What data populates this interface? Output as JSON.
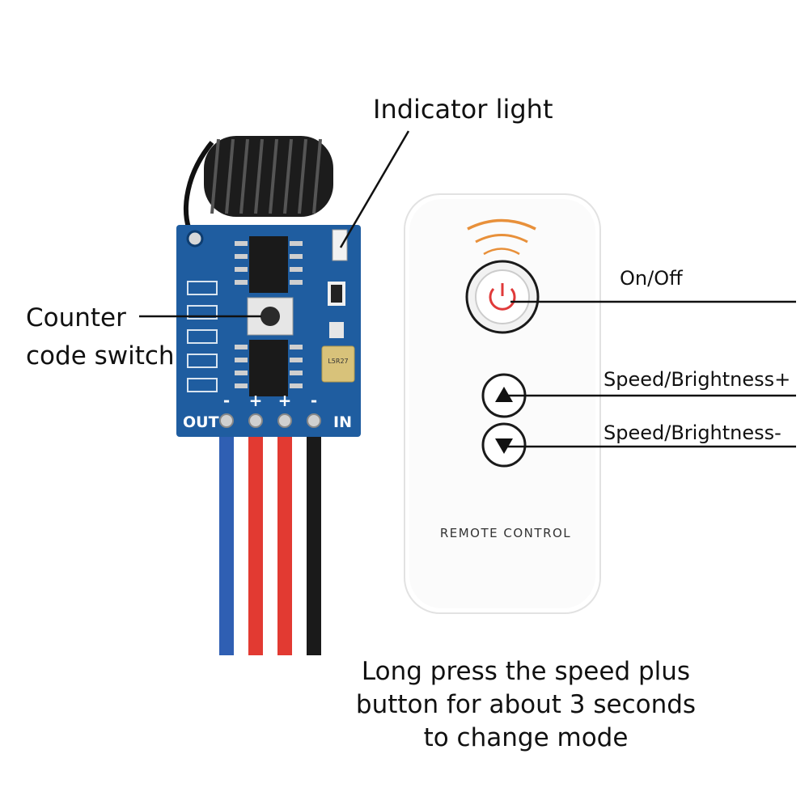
{
  "labels": {
    "indicator_light": "Indicator light",
    "counter_code_switch_line1": "Counter",
    "counter_code_switch_line2": "code switch",
    "on_off": "On/Off",
    "speed_plus": "Speed/Brightness+",
    "speed_minus": "Speed/Brightness-"
  },
  "remote": {
    "brand_text": "REMOTE CONTROL"
  },
  "module": {
    "pin_out": "OUT",
    "pin_in": "IN",
    "polarity": [
      "-",
      "+",
      "+",
      "-"
    ],
    "crystal_text": "L5R27",
    "wire_colors": [
      "#2f5fb3",
      "#e23a32",
      "#e23a32",
      "#1a1a1a"
    ],
    "pcb_color": "#1f5da0"
  },
  "caption": {
    "line1": "Long press the speed plus",
    "line2": "button for about 3 seconds",
    "line3": "to change mode"
  },
  "colors": {
    "power_red": "#e03a3a",
    "signal_orange": "#e8903a"
  }
}
